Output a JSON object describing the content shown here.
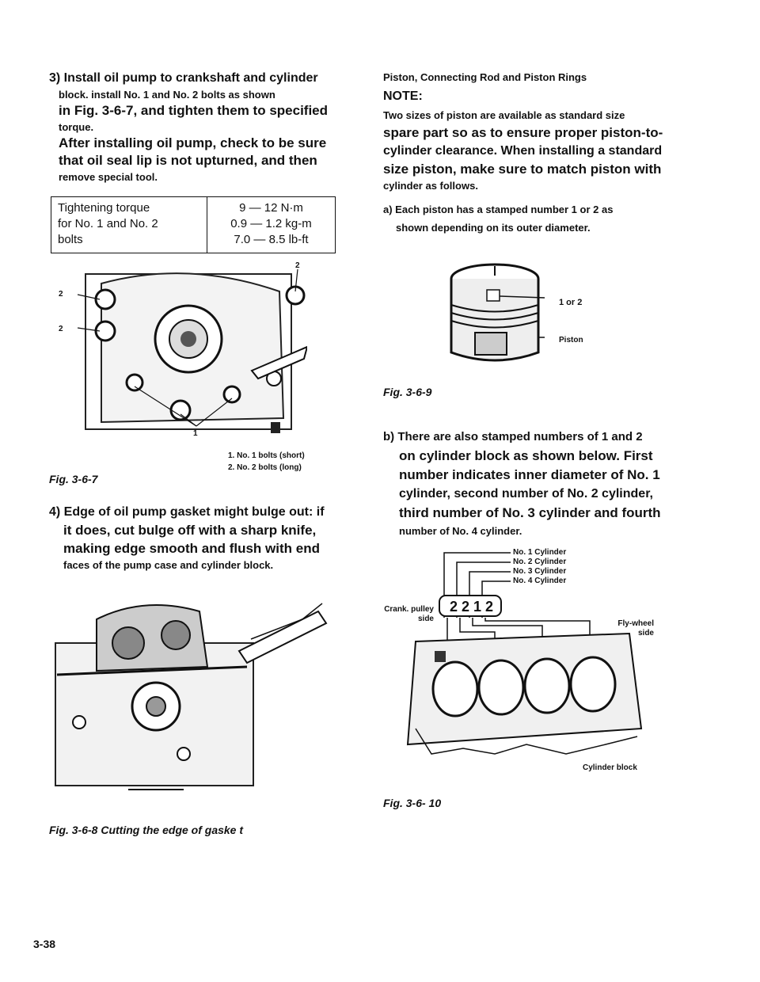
{
  "left": {
    "step3": [
      "3) Install oil pump to crankshaft and cylinder",
      "block. install No. 1 and No. 2 bolts as shown",
      "in Fig. 3-6-7, and tighten them to specified",
      "torque.",
      "After installing oil pump, check to be sure",
      "that oil seal lip is not upturned, and then",
      "remove special tool."
    ],
    "torque": {
      "label": [
        "Tightening torque",
        "for No. 1 and No. 2",
        "bolts"
      ],
      "values": [
        "9 — 12 N·m",
        "0.9 — 1.2 kg-m",
        "7.0 — 8.5 lb-ft"
      ]
    },
    "fig7": {
      "callouts": [
        "2",
        "2",
        "2",
        "1"
      ],
      "legend": [
        "1. No. 1 bolts (short)",
        "2. No. 2 bolts (long)"
      ],
      "caption": "Fig. 3-6-7"
    },
    "step4": [
      "4) Edge of oil pump gasket might bulge out: if",
      "it does, cut bulge off with a sharp knife,",
      "making edge smooth and flush with end",
      "faces of the pump case and cylinder block."
    ],
    "fig8_caption": "Fig. 3-6-8 Cutting the edge of gaske t",
    "page_number": "3-38"
  },
  "right": {
    "heading": "Piston, Connecting Rod and Piston Rings",
    "note_label": "NOTE:",
    "note": [
      "Two sizes of piston are available as standard size",
      "spare part so as to ensure proper piston-to-",
      "cylinder clearance. When installing a standard",
      "size piston, make sure to match piston with",
      "cylinder as follows."
    ],
    "item_a": [
      "a) Each piston has a stamped number 1 or 2 as",
      "shown depending on its outer diameter."
    ],
    "fig9": {
      "label_num": "1 or 2",
      "label_piston": "Piston",
      "caption": "Fig. 3-6-9"
    },
    "item_b": [
      "b) There are also stamped numbers of 1 and 2",
      "on cylinder block as shown below. First",
      "number indicates inner diameter of No. 1",
      "cylinder, second number of No. 2 cylinder,",
      "third number of No. 3 cylinder and fourth",
      "number of No. 4 cylinder."
    ],
    "fig10": {
      "cyl_labels": [
        "No. 1 Cylinder",
        "No. 2 Cylinder",
        "No. 3 Cylinder",
        "No. 4 Cylinder"
      ],
      "code": "2 2 1 2",
      "crank_side": [
        "Crank. pulley",
        "side"
      ],
      "fly_side": [
        "Fly-wheel",
        "side"
      ],
      "block_label": "Cylinder block",
      "caption": "Fig. 3-6- 10"
    }
  }
}
